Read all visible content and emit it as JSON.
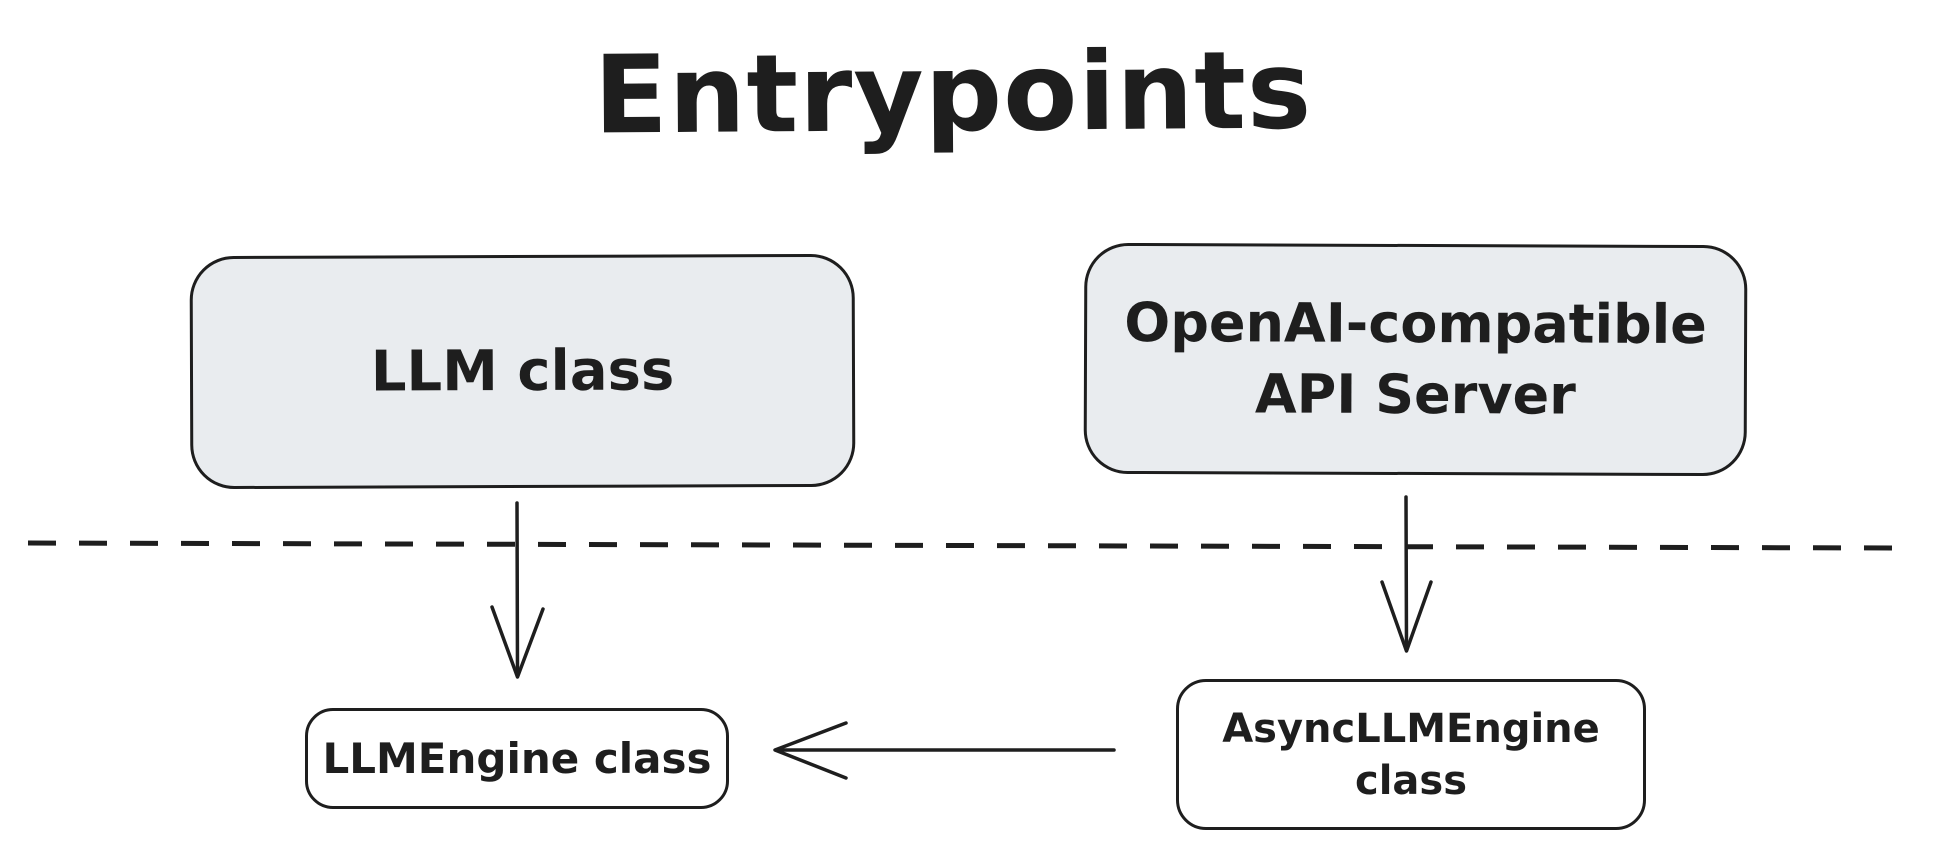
{
  "title": "Entrypoints",
  "colors": {
    "stroke": "#1e1e1e",
    "node_fill_gray": "#e9ecef",
    "node_fill_white": "#ffffff",
    "background": "#ffffff"
  },
  "nodes": {
    "llm": {
      "label": "LLM class"
    },
    "api_server": {
      "line1": "OpenAI-compatible",
      "line2": "API Server"
    },
    "llm_engine": {
      "label": "LLMEngine class"
    },
    "async_engine": {
      "line1": "AsyncLLMEngine",
      "line2": "class"
    }
  },
  "edges": [
    {
      "from": "LLM class",
      "to": "LLMEngine class",
      "type": "arrow-down"
    },
    {
      "from": "OpenAI-compatible API Server",
      "to": "AsyncLLMEngine class",
      "type": "arrow-down"
    },
    {
      "from": "AsyncLLMEngine class",
      "to": "LLMEngine class",
      "type": "arrow-left"
    },
    {
      "type": "dashed-divider"
    }
  ]
}
